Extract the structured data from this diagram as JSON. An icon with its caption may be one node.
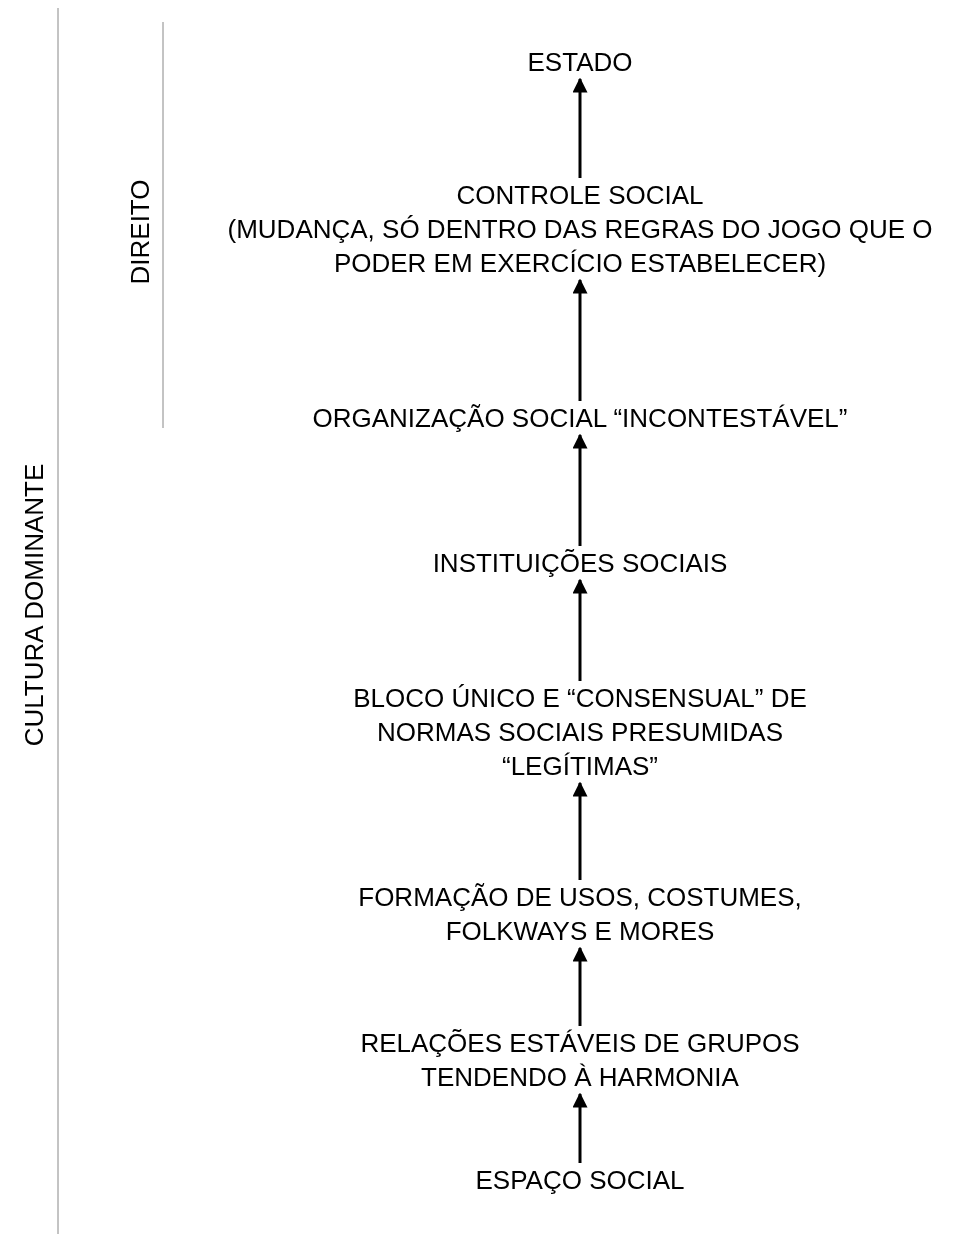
{
  "diagram": {
    "nodes": [
      {
        "text": [
          "ESTADO"
        ]
      },
      {
        "text": [
          "CONTROLE SOCIAL",
          "(MUDANÇA, SÓ DENTRO DAS REGRAS DO JOGO QUE O PODER EM EXERCÍCIO ESTABELECER)"
        ]
      },
      {
        "text": [
          "ORGANIZAÇÃO SOCIAL “INCONTESTÁVEL”"
        ]
      },
      {
        "text": [
          "INSTITUIÇÕES SOCIAIS"
        ]
      },
      {
        "text": [
          "BLOCO ÚNICO E “CONSENSUAL” DE NORMAS SOCIAIS PRESUMIDAS “LEGÍTIMAS”"
        ]
      },
      {
        "text": [
          "FORMAÇÃO DE USOS, COSTUMES, FOLKWAYS E MORES"
        ]
      },
      {
        "text": [
          "RELAÇÕES ESTÁVEIS DE GRUPOS TENDENDO À HARMONIA"
        ]
      },
      {
        "text": [
          "ESPAÇO SOCIAL"
        ]
      }
    ],
    "edges": [
      {
        "from": 7,
        "to": 6,
        "arrow": "to"
      },
      {
        "from": 6,
        "to": 5,
        "arrow": "to"
      },
      {
        "from": 5,
        "to": 4,
        "arrow": "to"
      },
      {
        "from": 4,
        "to": 3,
        "arrow": "to"
      },
      {
        "from": 3,
        "to": 2,
        "arrow": "to"
      },
      {
        "from": 2,
        "to": 1,
        "arrow": "to"
      },
      {
        "from": 1,
        "to": 0,
        "arrow": "to"
      }
    ],
    "labels": [
      "DIREITO",
      "CULTURA DOMINANTE"
    ]
  }
}
